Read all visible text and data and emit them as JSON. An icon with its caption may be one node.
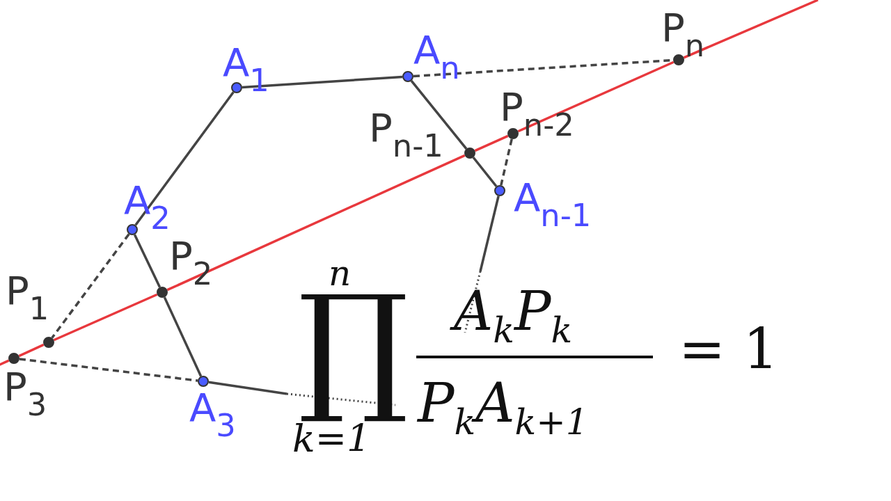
{
  "diagram": {
    "nodes": [
      {
        "text": [
          "A$_{1}$"
        ]
      },
      {
        "text": [
          "A$_{n}$"
        ]
      },
      {
        "text": [
          "P$_{n}$"
        ]
      },
      {
        "text": [
          "P$_{n-2}$"
        ]
      },
      {
        "text": [
          "P$_{n-1}$"
        ]
      },
      {
        "text": [
          "A$_{n-1}$"
        ]
      },
      {
        "text": [
          "A$_{2}$"
        ]
      },
      {
        "text": [
          "P$_{2}$"
        ]
      },
      {
        "text": [
          "P$_{1}$"
        ]
      },
      {
        "text": [
          "P$_{3}$"
        ]
      },
      {
        "text": [
          "A$_{3}$"
        ]
      }
    ],
    "edges": [
      {
        "from": 0,
        "to": 1,
        "arrow": "none"
      },
      {
        "from": 1,
        "to": 2,
        "arrow": "none",
        "style": "dashed"
      },
      {
        "from": 1,
        "to": 4,
        "arrow": "none"
      },
      {
        "from": 4,
        "to": 5,
        "arrow": "none"
      },
      {
        "from": 3,
        "to": 5,
        "arrow": "none",
        "style": "dashed"
      },
      {
        "from": 5,
        "to": null,
        "arrow": "none"
      },
      {
        "from": 0,
        "to": 6,
        "arrow": "none"
      },
      {
        "from": 6,
        "to": 7,
        "arrow": "none"
      },
      {
        "from": 7,
        "to": 10,
        "arrow": "none"
      },
      {
        "from": 6,
        "to": 8,
        "arrow": "none",
        "style": "dashed"
      },
      {
        "from": 9,
        "to": 10,
        "arrow": "none",
        "style": "dashed"
      },
      {
        "from": 10,
        "to": null,
        "arrow": "none"
      },
      {
        "from": null,
        "to": 9,
        "arrow": "none",
        "color": "#e8383d"
      },
      {
        "from": 9,
        "to": 8,
        "arrow": "none",
        "color": "#e8383d"
      },
      {
        "from": 8,
        "to": 7,
        "arrow": "none",
        "color": "#e8383d"
      },
      {
        "from": 7,
        "to": 4,
        "arrow": "none",
        "color": "#e8383d"
      },
      {
        "from": 4,
        "to": 3,
        "arrow": "none",
        "color": "#e8383d"
      },
      {
        "from": 3,
        "to": 2,
        "arrow": "none",
        "color": "#e8383d"
      },
      {
        "from": 2,
        "to": null,
        "arrow": "none",
        "color": "#e8383d"
      }
    ],
    "labels": [
      "n",
      "∏",
      "k=1",
      "A$_{k}$P$_{k}$",
      "P$_{k}$A$_{k+1}$",
      "= 1"
    ]
  }
}
